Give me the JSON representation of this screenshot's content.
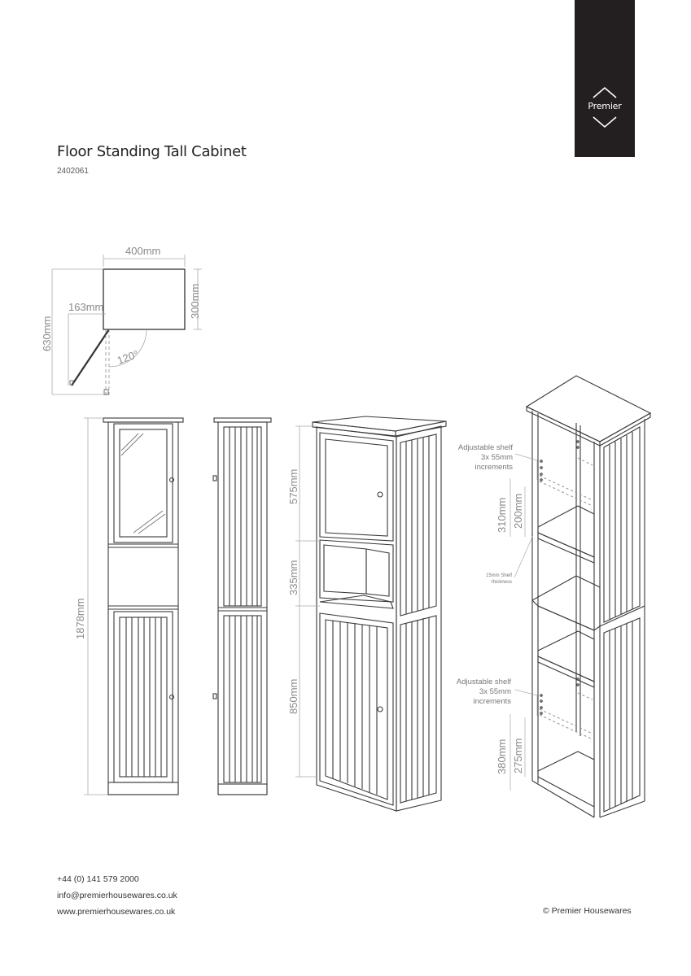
{
  "brand": {
    "logo_text": "Premier"
  },
  "document": {
    "title": "Floor Standing Tall Cabinet",
    "product_code": "2402061"
  },
  "dimensions": {
    "width": "400mm",
    "depth": "300mm",
    "door_projection": "163mm",
    "open_depth": "630mm",
    "door_angle": "120°",
    "height": "1878mm",
    "upper_section": "575mm",
    "middle_section": "335mm",
    "lower_section": "850mm",
    "upper_shelf_range": "310mm",
    "upper_shelf_offset": "200mm",
    "lower_shelf_range": "380mm",
    "lower_shelf_offset": "275mm"
  },
  "notes": {
    "shelf_note_line1": "Adjustable shelf",
    "shelf_note_line2": "3x 55mm",
    "shelf_note_line3": "increments",
    "thickness_line1": "15mm Shelf",
    "thickness_line2": "thickness"
  },
  "footer": {
    "phone": "+44 (0) 141 579 2000",
    "email": "info@premierhousewares.co.uk",
    "website": "www.premierhousewares.co.uk",
    "copyright": "© Premier Housewares"
  }
}
